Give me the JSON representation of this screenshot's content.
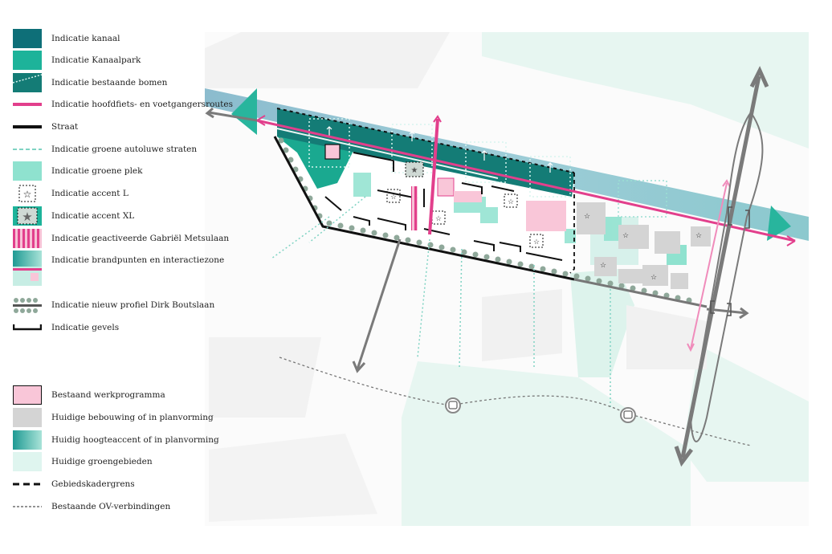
{
  "colors": {
    "canal": "#0e6f78",
    "canal_park": "#1db39a",
    "route_pink": "#e23f8c",
    "green_spot": "#8fe2cf",
    "pink_program": "#f9c6d8",
    "existing_building": "#d4d4d4",
    "existing_green": "#dff5ef",
    "street_black": "#111111",
    "arrow_grey": "#7a7a7a"
  },
  "legend": {
    "items": [
      {
        "label": "Indicatie kanaal",
        "icon": "canal-swatch"
      },
      {
        "label": "Indicatie Kanaalpark",
        "icon": "canal-park-swatch"
      },
      {
        "label": "Indicatie bestaande bomen",
        "icon": "existing-trees-swatch"
      },
      {
        "label": "Indicatie hoofdfiets- en voetgangersroutes",
        "icon": "pink-route-line"
      },
      {
        "label": "Straat",
        "icon": "black-street-line"
      },
      {
        "label": "Indicatie groene autoluwe straten",
        "icon": "dashed-teal-line"
      },
      {
        "label": "Indicatie groene plek",
        "icon": "green-spot-swatch"
      },
      {
        "label": "Indicatie accent L",
        "icon": "star-accent-l-icon"
      },
      {
        "label": "Indicatie accent XL",
        "icon": "star-accent-xl-icon"
      },
      {
        "label": "Indicatie geactiveerde Gabriël Metsulaan",
        "icon": "striped-pink-swatch"
      },
      {
        "label": "Indicatie brandpunten en interactiezone",
        "icon": "focal-zone-swatch"
      },
      {
        "label": "Indicatie nieuw profiel Dirk Boutslaan",
        "icon": "tree-line-profile-swatch"
      },
      {
        "label": "Indicatie gevels",
        "icon": "facade-bracket-line"
      },
      {
        "label": "Bestaand werkprogramma",
        "icon": "pink-program-swatch"
      },
      {
        "label": "Huidige bebouwing of in planvorming",
        "icon": "grey-building-swatch"
      },
      {
        "label": "Huidig hoogteaccent of in planvorming",
        "icon": "teal-gradient-swatch"
      },
      {
        "label": "Huidige groengebieden",
        "icon": "light-green-swatch"
      },
      {
        "label": "Gebiedskadergrens",
        "icon": "boundary-dash-line"
      },
      {
        "label": "Bestaande OV-verbindingen",
        "icon": "transit-dotted-line"
      }
    ]
  },
  "map": {
    "icons": [
      "bus-stop-icon",
      "bus-stop-icon",
      "star-accent-l-icon",
      "star-accent-xl-icon",
      "direction-arrow-icon"
    ]
  }
}
